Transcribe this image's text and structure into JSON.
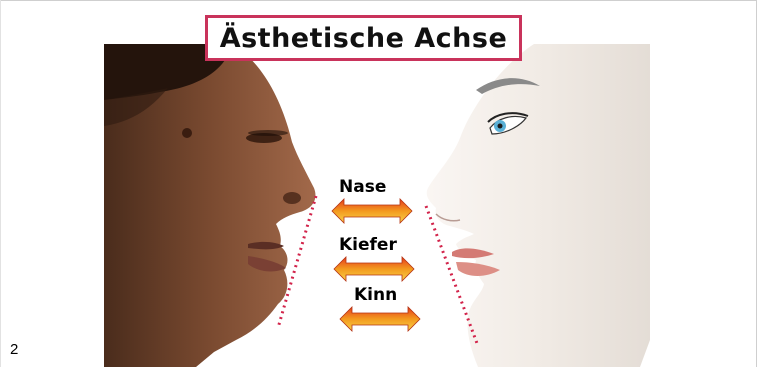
{
  "title": "Ästhetische Achse",
  "figure_number": "2",
  "labels": {
    "nose": "Nase",
    "jaw": "Kiefer",
    "chin": "Kinn"
  },
  "colors": {
    "title_border": "#c9335b",
    "dotted_line": "#d2234a",
    "arrow_top": "#e53b1d",
    "arrow_mid": "#f39a1e",
    "arrow_bottom": "#f8d24a"
  }
}
